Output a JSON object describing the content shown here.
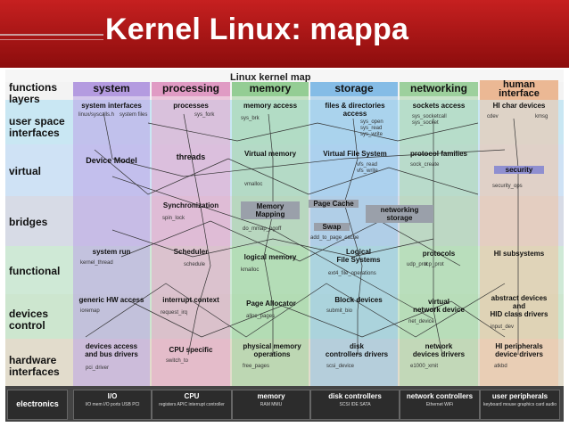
{
  "slide": {
    "title": "Kernel Linux: mappa"
  },
  "map": {
    "title": "Linux kernel map",
    "rows": [
      {
        "key": "functions",
        "label": "functions\nlayers"
      },
      {
        "key": "user",
        "label": "user space\ninterfaces"
      },
      {
        "key": "virtual",
        "label": "virtual"
      },
      {
        "key": "bridges",
        "label": "bridges"
      },
      {
        "key": "functional",
        "label": "functional"
      },
      {
        "key": "devices",
        "label": "devices\ncontrol"
      },
      {
        "key": "hardware",
        "label": "hardware\ninterfaces"
      }
    ],
    "columns": [
      {
        "key": "system",
        "label": "system"
      },
      {
        "key": "processing",
        "label": "processing"
      },
      {
        "key": "memory",
        "label": "memory"
      },
      {
        "key": "storage",
        "label": "storage"
      },
      {
        "key": "networking",
        "label": "networking"
      },
      {
        "key": "hi",
        "label": "human\ninterface"
      }
    ],
    "boxes": {
      "system_interfaces": "system interfaces",
      "processes": "processes",
      "memory_access": "memory access",
      "files_dirs": "files & directories\naccess",
      "sockets_access": "sockets access",
      "hi_char": "HI char devices",
      "device_model": "Device Model",
      "threads": "threads",
      "virtual_memory": "Virtual memory",
      "vfs": "Virtual File System",
      "protocol_families": "protocol families",
      "security": "security",
      "synchronization": "Synchronization",
      "memory_mapping": "Memory\nMapping",
      "page_cache": "Page Cache",
      "swap": "Swap",
      "networking_storage": "networking\nstorage",
      "system_run": "system run",
      "scheduler": "Scheduler",
      "logical_memory": "logical memory",
      "logical_fs": "Logical\nFile Systems",
      "protocols": "protocols",
      "hi_subsystems": "HI subsystems",
      "generic_hw": "generic HW access",
      "interrupt_context": "interrupt context",
      "page_allocator": "Page Allocator",
      "block_devices": "Block devices",
      "virtual_net": "virtual\nnetwork device",
      "abstract_devices": "abstract devices\nand\nHID class drivers",
      "bus_drivers": "devices access\nand bus drivers",
      "cpu_specific": "CPU specific",
      "phys_mem_ops": "physical memory\noperations",
      "disk_ctrl": "disk\ncontrollers drivers",
      "net_dev_drivers": "network\ndevices drivers",
      "hi_peripherals": "HI peripherals\ndevice drivers"
    },
    "tiny_labels": {
      "sys_if_1": "linux/syscalls.h",
      "sys_if_2": "system files",
      "sys_if_3": "sys_fork",
      "sys_if_4": "sys_brk",
      "files_1": "sys_open",
      "files_2": "sys_read",
      "files_3": "sys_write",
      "sock_1": "sys_socketcall",
      "sock_2": "sys_socket",
      "hi_1": "cdev",
      "hi_2": "kmsg",
      "vm_1": "vmalloc",
      "vfs_1": "vfs_read",
      "vfs_2": "vfs_write",
      "pf_1": "sock_create",
      "sec_1": "security_ops",
      "sync_1": "spin_lock",
      "mm_1": "do_mmap_pgoff",
      "pc_1": "add_to_page_cache",
      "sr_1": "kernel_thread",
      "sch_1": "schedule",
      "lm_1": "kmalloc",
      "lfs_1": "ext4_file_operations",
      "pr_1": "tcp_prot",
      "pr_2": "udp_prot",
      "ga_1": "ioremap",
      "ic_1": "request_irq",
      "pa_1": "alloc_pages",
      "bd_1": "submit_bio",
      "vn_1": "net_device",
      "ad_1": "input_dev",
      "bus_1": "pci_driver",
      "cpu_1": "switch_to",
      "pmo_1": "free_pages",
      "dc_1": "scsi_device",
      "nd_1": "e1000_xmit",
      "hp_1": "atkbd"
    },
    "electronics": [
      {
        "label": "electronics",
        "sub": ""
      },
      {
        "label": "I/O",
        "sub": "I/O mem   I/O ports   USB   PCI"
      },
      {
        "label": "CPU",
        "sub": "registers   APIC   interrupt controller"
      },
      {
        "label": "memory",
        "sub": "RAM   MMU"
      },
      {
        "label": "disk controllers",
        "sub": "SCSI   IDE   SATA"
      },
      {
        "label": "network controllers",
        "sub": "Ethernet   WiFi"
      },
      {
        "label": "user peripherals",
        "sub": "keyboard   mouse   graphics card   audio"
      }
    ]
  }
}
